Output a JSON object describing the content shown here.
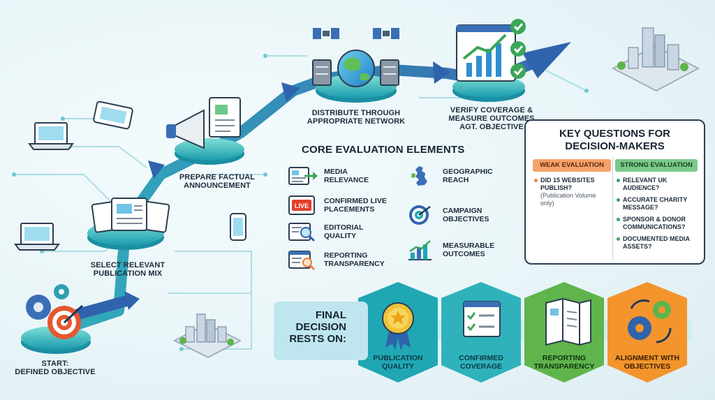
{
  "steps": {
    "start": "START:\nDEFINED OBJECTIVE",
    "select": "SELECT RELEVANT\nPUBLICATION MIX",
    "prepare": "PREPARE FACTUAL\nANNOUNCEMENT",
    "distribute": "DISTRIBUTE THROUGH\nAPPROPRIATE NETWORK",
    "verify": "VERIFY COVERAGE &\nMEASURE OUTCOMES\nAGT. OBJECTIVE"
  },
  "core": {
    "title": "CORE EVALUATION ELEMENTS",
    "left_items": [
      {
        "label": "MEDIA\nRELEVANCE",
        "icon": "newspaper-arrow-icon"
      },
      {
        "label": "CONFIRMED LIVE\nPLACEMENTS",
        "icon": "live-badge-icon",
        "badge": "LIVE"
      },
      {
        "label": "EDITORIAL\nQUALITY",
        "icon": "magnifier-document-icon"
      },
      {
        "label": "REPORTING\nTRANSPARENCY",
        "icon": "report-search-icon"
      }
    ],
    "right_items": [
      {
        "label": "GEOGRAPHIC\nREACH",
        "icon": "uk-map-icon"
      },
      {
        "label": "CAMPAIGN\nOBJECTIVES",
        "icon": "target-icon"
      },
      {
        "label": "MEASURABLE\nOUTCOMES",
        "icon": "bar-chart-icon"
      }
    ]
  },
  "key_questions": {
    "title": "KEY QUESTIONS FOR\nDECISION-MAKERS",
    "weak": {
      "heading": "WEAK EVALUATION",
      "items": [
        {
          "text": "DID 15 WEBSITES PUBLISH?",
          "note": "(Publication Volume only)"
        }
      ]
    },
    "strong": {
      "heading": "STRONG EVALUATION",
      "items": [
        "RELEVANT UK AUDIENCE?",
        "ACCURATE CHARITY MESSAGE?",
        "SPONSOR & DONOR COMMUNICATIONS?",
        "DOCUMENTED MEDIA ASSETS?"
      ]
    }
  },
  "final": {
    "label": "FINAL\nDECISION\nRESTS ON:",
    "hexes": [
      {
        "label": "PUBLICATION\nQUALITY",
        "icon": "award-ribbon-icon"
      },
      {
        "label": "CONFIRMED\nCOVERAGE",
        "icon": "checklist-icon"
      },
      {
        "label": "REPORTING\nTRANSPARENCY",
        "icon": "brochure-icon"
      },
      {
        "label": "ALIGNMENT WITH\nOBJECTIVES",
        "icon": "gears-icon"
      }
    ]
  },
  "colors": {
    "arrow": "#2f6cae",
    "teal": "#1aa6b7",
    "hex1": "#20a7b4",
    "hex2": "#2fb2bb",
    "hex3": "#5fb44b",
    "hex4": "#f3952c",
    "weak": "#f6a26a",
    "strong": "#7cc98a"
  }
}
